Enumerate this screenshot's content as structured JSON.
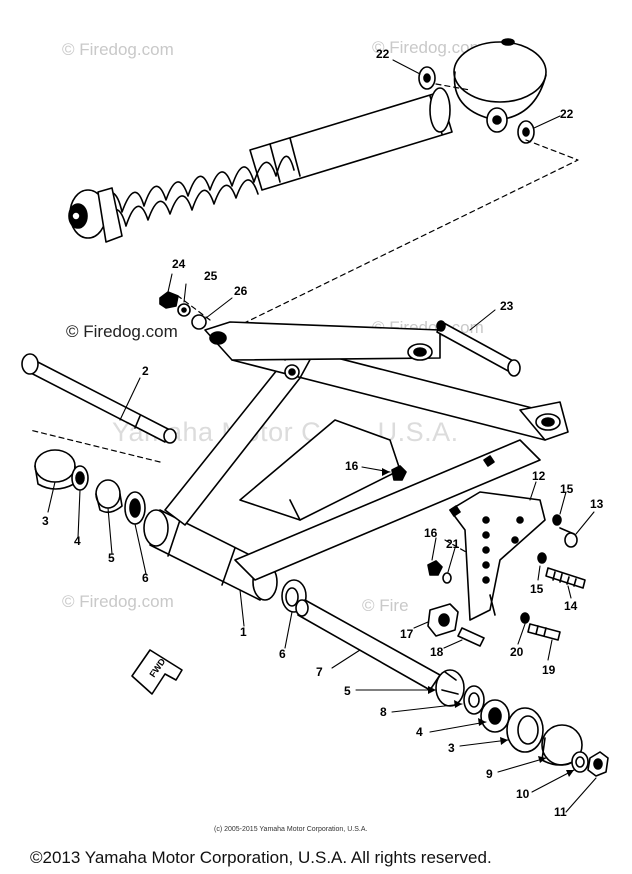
{
  "watermarks": {
    "firedog": "© Firedog.com",
    "firedog_short": "Firedog.com",
    "firedog_partial": "© Fire",
    "yamaha": "Yamaha Motor Corp, U.S.A."
  },
  "fine_print": "(c) 2005-2015 Yamaha Motor Corporation, U.S.A.",
  "footer": "©2013 Yamaha Motor Corporation, U.S.A. All rights reserved.",
  "fwd_label": "FWD",
  "callouts": {
    "c1": "1",
    "c2": "2",
    "c3a": "3",
    "c3b": "3",
    "c4a": "4",
    "c4b": "4",
    "c5a": "5",
    "c5b": "5",
    "c6a": "6",
    "c6b": "6",
    "c7": "7",
    "c8": "8",
    "c9": "9",
    "c10": "10",
    "c11": "11",
    "c12": "12",
    "c13": "13",
    "c14": "14",
    "c15a": "15",
    "c15b": "15",
    "c16a": "16",
    "c16b": "16",
    "c17": "17",
    "c18": "18",
    "c19": "19",
    "c20": "20",
    "c21": "21",
    "c22a": "22",
    "c22b": "22",
    "c23": "23",
    "c24": "24",
    "c25": "25",
    "c26": "26"
  }
}
